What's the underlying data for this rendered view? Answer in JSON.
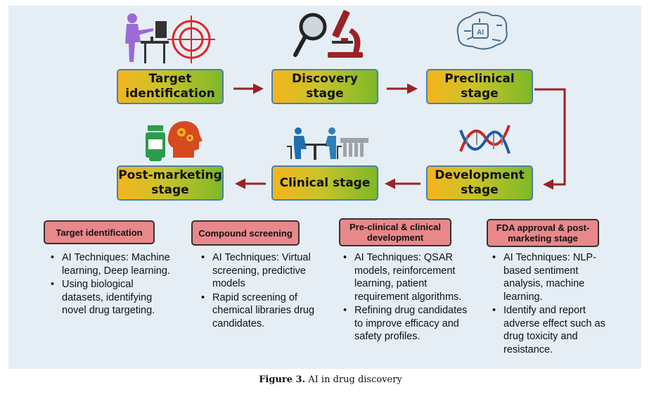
{
  "stages": {
    "target": "Target identification",
    "discovery": "Discovery stage",
    "preclinical": "Preclinical stage",
    "development": "Development stage",
    "clinical": "Clinical stage",
    "postmarketing": "Post-marketing stage"
  },
  "ai_chip_label": "AI",
  "columns": [
    {
      "heading": "Target identification",
      "bullets": [
        "AI Techniques: Machine learning, Deep learning.",
        "Using biological datasets, identifying novel drug targeting."
      ]
    },
    {
      "heading": "Compound screening",
      "bullets": [
        "AI Techniques: Virtual screening, predictive models",
        "Rapid screening of chemical libraries drug candidates."
      ]
    },
    {
      "heading": "Pre-clinical & clinical development",
      "bullets": [
        "AI Techniques: QSAR models, reinforcement learning, patient requirement algorithms.",
        "Refining drug candidates to improve efficacy and safety profiles."
      ]
    },
    {
      "heading": "FDA approval & post-marketing stage",
      "bullets": [
        "AI Techniques: NLP-based sentiment analysis, machine learning.",
        "Identify and report adverse effect such as drug toxicity and resistance."
      ]
    }
  ],
  "caption": {
    "label": "Figure 3.",
    "text": "AI in drug discovery"
  },
  "colors": {
    "panel": "#e5eef5",
    "stage_gradient_start": "#f4b51c",
    "stage_gradient_end": "#7db927",
    "stage_border": "#4d7db0",
    "arrow": "#9b2226",
    "heading_box": "#e8888b"
  },
  "icons": [
    "person-at-computer-icon",
    "target-crosshair-icon",
    "magnifier-icon",
    "microscope-icon",
    "ai-brain-icon",
    "dna-helix-icon",
    "clinic-meeting-icon",
    "test-tubes-icon",
    "medicine-bottle-icon",
    "head-gears-icon"
  ]
}
